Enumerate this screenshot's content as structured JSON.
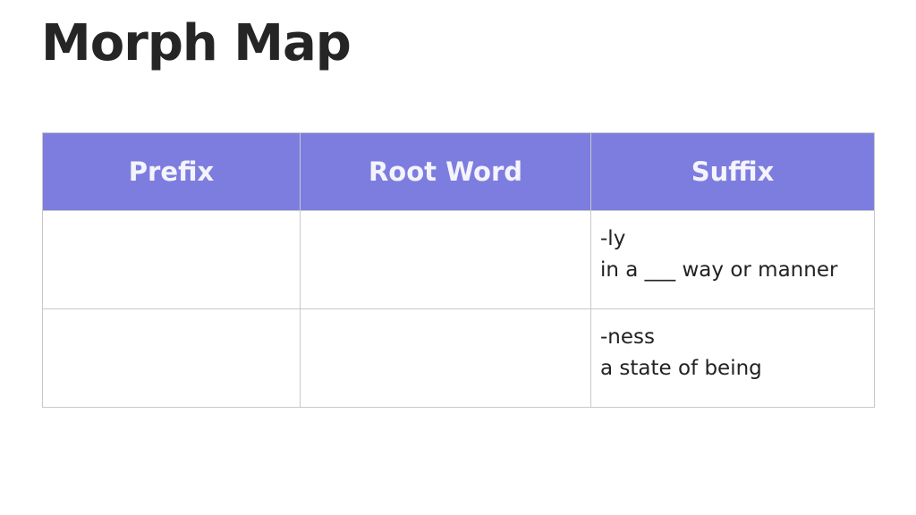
{
  "title": "Morph Map",
  "table": {
    "headers": [
      "Prefix",
      "Root Word",
      "Suffix"
    ],
    "rows": [
      {
        "prefix": "",
        "root": "",
        "suffix": [
          "-ly",
          "in a ___ way or manner"
        ]
      },
      {
        "prefix": "",
        "root": "",
        "suffix": [
          "-ness",
          "a state of being"
        ]
      }
    ]
  },
  "colors": {
    "header_background": "#7d7de0",
    "header_text": "#f4f4fc",
    "title_text": "#252525",
    "border": "#c8c8c8"
  }
}
